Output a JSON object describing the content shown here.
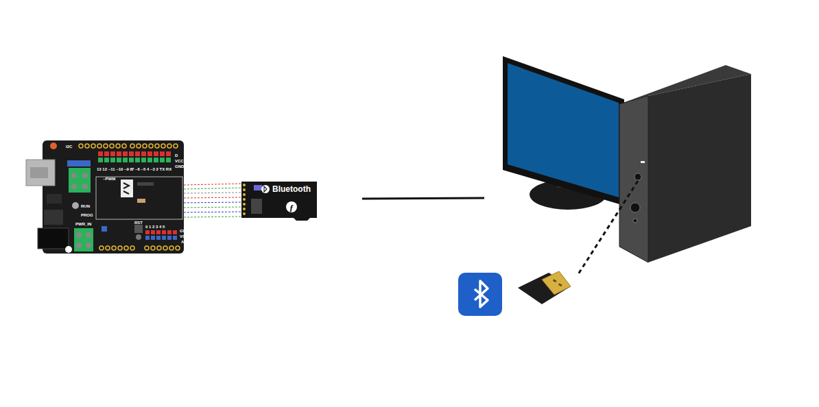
{
  "diagram": {
    "nodes": [
      {
        "text": [
          "Bluetooth"
        ]
      }
    ],
    "labels": [
      "I2C",
      "D",
      "VCC",
      "GND",
      "13 12 ~11 ~10 ~9 8",
      "7 ~6 ~5 4 ~3 2 TX RX",
      "~PWM",
      "RUN",
      "PROG",
      "PWR_IN",
      "RST",
      "0 1 2 3 4 5",
      "GND",
      "VCC",
      "A"
    ]
  }
}
